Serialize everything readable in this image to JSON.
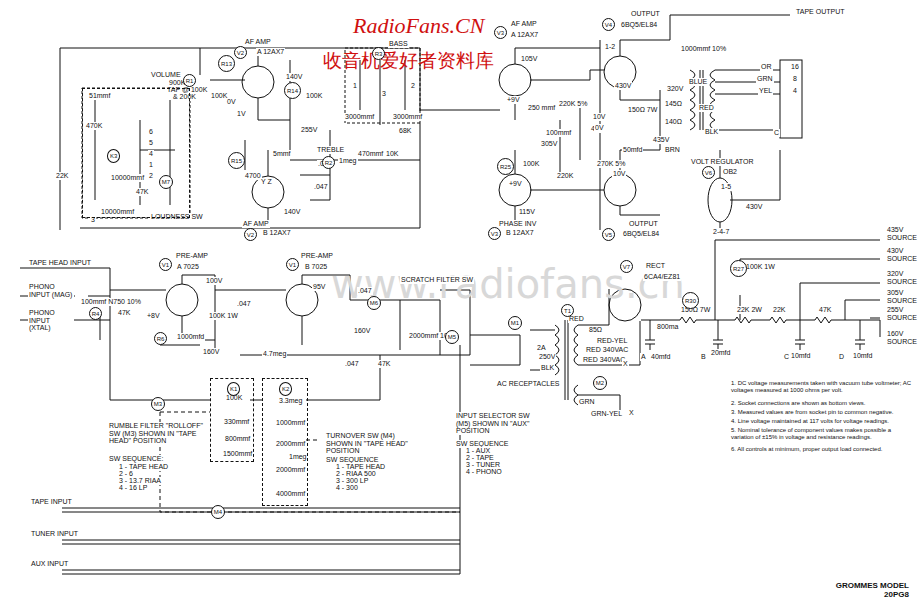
{
  "diagram": {
    "caption": "GROMMES MODEL 20PG8",
    "nodes": [
      {
        "text": [
          "K3"
        ]
      },
      {
        "text": [
          "K1"
        ]
      },
      {
        "text": [
          "K2"
        ]
      },
      {
        "text": [
          "R1"
        ]
      },
      {
        "text": [
          "M7"
        ]
      },
      {
        "text": [
          "V2"
        ]
      },
      {
        "text": [
          "V2"
        ]
      },
      {
        "text": [
          "R2"
        ]
      },
      {
        "text": [
          "R3"
        ]
      },
      {
        "text": [
          "V3"
        ]
      },
      {
        "text": [
          "V3"
        ]
      },
      {
        "text": [
          "V4"
        ]
      },
      {
        "text": [
          "V5"
        ]
      },
      {
        "text": [
          "V6"
        ]
      },
      {
        "text": [
          "V7"
        ]
      },
      {
        "text": [
          "T1"
        ]
      },
      {
        "text": [
          "M1"
        ]
      },
      {
        "text": [
          "M2"
        ]
      },
      {
        "text": [
          "V1"
        ]
      },
      {
        "text": [
          "V1"
        ]
      },
      {
        "text": [
          "M3"
        ]
      },
      {
        "text": [
          "M4"
        ]
      },
      {
        "text": [
          "M5"
        ]
      },
      {
        "text": [
          "M6"
        ]
      },
      {
        "text": [
          "R4"
        ]
      },
      {
        "text": [
          "R6"
        ]
      },
      {
        "text": [
          "R13"
        ]
      },
      {
        "text": [
          "R14"
        ]
      },
      {
        "text": [
          "R15"
        ]
      },
      {
        "text": [
          "R25"
        ]
      },
      {
        "text": [
          "R27"
        ]
      },
      {
        "text": [
          "R30"
        ]
      }
    ],
    "labels": [
      "RadioFans.CN",
      "收音机爱好者资料库",
      "www.radiofans.cn",
      "VOLUME",
      "900K",
      "TAP @ 100K",
      "& 200K",
      "100K",
      "51mmf",
      "470K",
      "22K",
      "10000mmf",
      "47K",
      "10000mmf",
      "6",
      "5",
      "4",
      "1",
      "2",
      "3",
      "LOUDNESS SW",
      "AF AMP",
      "A 12AX7",
      "0V",
      "1V",
      "140V",
      "100K",
      "255V",
      "4700",
      "5mmf",
      ".047",
      "TREBLE",
      "1meg",
      "470mmf",
      "10K",
      "68K",
      "BASS",
      "3000mmf",
      "3000mmf",
      "1",
      "2",
      "3",
      "Y Z",
      "140V",
      ".047",
      "AF AMP",
      "B 12AX7",
      "AF AMP",
      "A 12AX7",
      "105V",
      "+9V",
      "250 mmf",
      "100mmf",
      "305V",
      "220K 5%",
      "47K",
      "270K 5%",
      "220K",
      "100K",
      "+9V",
      "115V",
      "PHASE INV",
      "B 12AX7",
      "10V",
      "0V",
      "150Ω 7W",
      "50mfd",
      "430V",
      "OUTPUT",
      "6BQ5/EL84",
      "1-2",
      "1000mmf 10%",
      "TAPE OUTPUT",
      "320V",
      "BLUE",
      "145Ω",
      "RED",
      "140Ω",
      "435V",
      "BRN",
      "OR",
      "GRN",
      "YEL",
      "BLK",
      "C",
      "16",
      "8",
      "4",
      "VOLT REGULATOR",
      "OB2",
      "1-5",
      "430V",
      "2-4-7",
      "10V",
      "OUTPUT",
      "6BQ5/EL84",
      "TAPE HEAD INPUT",
      "PHONO INPUT (MAG)",
      "PHONO INPUT (XTAL)",
      "100mmf N750 10%",
      "47K",
      "PRE-AMP",
      "A 7025",
      "100V",
      ".047",
      "100K 1W",
      "+8V",
      "1000mfd",
      "160V",
      "PRE-AMP",
      "B 7025",
      "95V",
      "4.7meg",
      ".047",
      "160V",
      "SCRATCH FILTER SW",
      "2000mmf 10%",
      ".047",
      "47K",
      "100K",
      "330mmf",
      "800mmf",
      "1500mmf",
      "3.3meg",
      "1000mmf",
      "2000mmf",
      "1meg",
      "2000mmf",
      "4000mmf",
      "RUMBLE FILTER \"ROLLOFF\" SW (M3) SHOWN IN \"TAPE HEAD\" POSITION",
      "SW SEQUENCE:",
      "1 - TAPE HEAD",
      "2 - 6",
      "3 - 13.7 RIAA",
      "4 - 16 LP",
      "TURNOVER SW (M4) SHOWN IN \"TAPE HEAD\" POSITION",
      "SW SEQUENCE",
      "1 - TAPE HEAD",
      "2 - RIAA 500",
      "3 - 300 LP",
      "4 - 300",
      "TAPE INPUT",
      "TUNER INPUT",
      "AUX INPUT",
      "INPUT SELECTOR SW (M5) SHOWN IN \"AUX\" POSITION",
      "SW SEQUENCE",
      "1 - AUX",
      "2 - TAPE",
      "3 - TUNER",
      "4 - PHONO",
      "AC RECEPTACLES",
      "2A",
      "250V",
      "BLK",
      "85Ω",
      "RED",
      "RED-YEL",
      "RED 340VAC",
      "RED 340VAC",
      "GRN",
      "GRN-YEL",
      "X",
      "X",
      "RECT",
      "6CA4/EZ81",
      "800ma",
      "A",
      "40mfd",
      "150Ω 7W",
      "20mfd",
      "B",
      "22K 2W",
      "22K",
      "10mfd",
      "C",
      "47K",
      "10mfd",
      "D",
      "100K 1W",
      "435V SOURCE",
      "430V SOURCE",
      "320V SOURCE",
      "305V SOURCE",
      "255V SOURCE",
      "160V SOURCE",
      "1. DC voltage measurements taken with vacuum tube voltmeter; AC voltages measured at 1000 ohms per volt.",
      "2. Socket connections are shown as bottom views.",
      "3. Measured values are from socket pin to common negative.",
      "4. Line voltage maintained at 117 volts for voltage readings.",
      "5. Nominal tolerance of component values makes possible a variation of ±15% in voltage and resistance readings.",
      "6. All controls at minimum, proper output load connected."
    ]
  }
}
